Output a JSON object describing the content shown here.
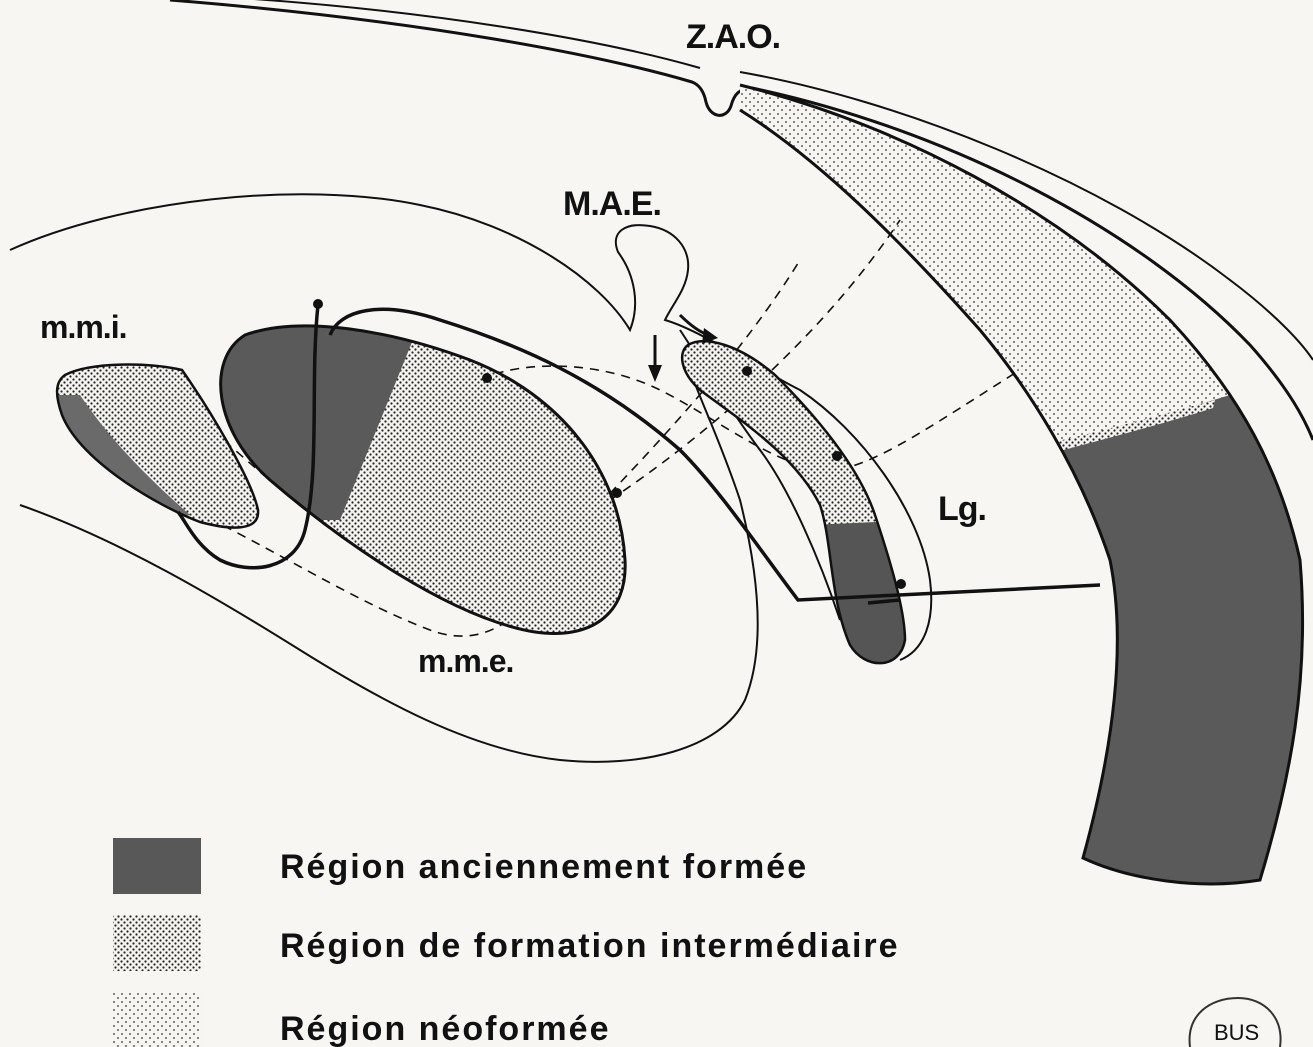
{
  "labels": {
    "zao": "Z.A.O.",
    "mae": "M.A.E.",
    "mmi": "m.m.i.",
    "mme": "m.m.e.",
    "lg": "Lg."
  },
  "legend": [
    {
      "pattern": "dense",
      "text": "Région anciennement formée"
    },
    {
      "pattern": "medium",
      "text": "Région de formation intermédiaire"
    },
    {
      "pattern": "sparse",
      "text": "Région néoformée"
    }
  ],
  "stamp": "BUS",
  "colors": {
    "ink": "#111111",
    "dark_region": "#555555",
    "paper": "#f7f6f3"
  }
}
